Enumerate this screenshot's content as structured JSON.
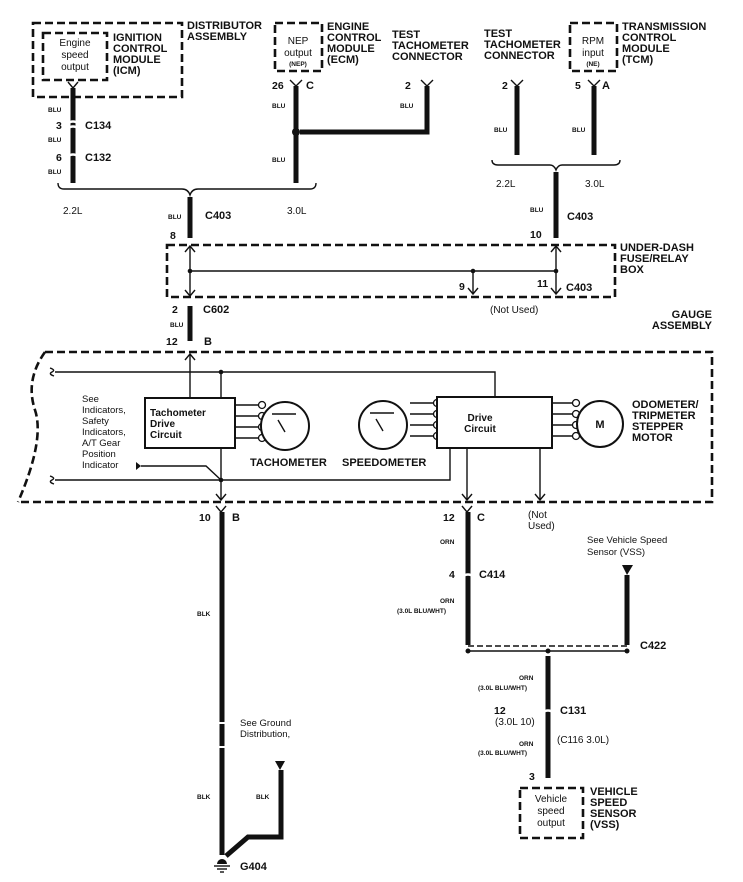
{
  "components": {
    "distributor": {
      "lines": [
        "DISTRIBUTOR",
        "ASSEMBLY"
      ]
    },
    "icm": {
      "lines": [
        "IGNITION",
        "CONTROL",
        "MODULE",
        "(ICM)"
      ]
    },
    "icm_output": {
      "lines": [
        "Engine",
        "speed",
        "output"
      ]
    },
    "ecm": {
      "lines": [
        "ENGINE",
        "CONTROL",
        "MODULE",
        "(ECM)"
      ]
    },
    "nep_output": {
      "lines": [
        "NEP",
        "output",
        "(NEP)"
      ]
    },
    "test_tach_left": {
      "lines": [
        "TEST",
        "TACHOMETER",
        "CONNECTOR"
      ]
    },
    "test_tach_right": {
      "lines": [
        "TEST",
        "TACHOMETER",
        "CONNECTOR"
      ]
    },
    "tcm": {
      "lines": [
        "TRANSMISSION",
        "CONTROL",
        "MODULE",
        "(TCM)"
      ]
    },
    "rpm_input": {
      "lines": [
        "RPM",
        "input",
        "(NE)"
      ]
    },
    "fuse_box": {
      "lines": [
        "UNDER-DASH",
        "FUSE/RELAY",
        "BOX"
      ]
    },
    "gauge_assembly": {
      "lines": [
        "GAUGE",
        "ASSEMBLY"
      ]
    },
    "tach_drive": {
      "lines": [
        "Tachometer",
        "Drive",
        "Circuit"
      ]
    },
    "drive_circuit": {
      "lines": [
        "Drive",
        "Circuit"
      ]
    },
    "tachometer": "TACHOMETER",
    "speedometer": "SPEEDOMETER",
    "motor_symbol": "M",
    "odometer": {
      "lines": [
        "ODOMETER/",
        "TRIPMETER",
        "STEPPER",
        "MOTOR"
      ]
    },
    "indicators_note": {
      "lines": [
        "See",
        "Indicators,",
        "Safety",
        "Indicators,",
        "A/T Gear",
        "Position",
        "Indicator"
      ]
    },
    "vss_note": {
      "lines": [
        "See Vehicle Speed",
        "Sensor (VSS)"
      ]
    },
    "ground_note": {
      "lines": [
        "See Ground",
        "Distribution,"
      ]
    },
    "vss": {
      "lines": [
        "VEHICLE",
        "SPEED",
        "SENSOR",
        "(VSS)"
      ]
    },
    "vss_output": {
      "lines": [
        "Vehicle",
        "speed",
        "output"
      ]
    },
    "ground": "G404"
  },
  "connectors": {
    "c134": "C134",
    "c132": "C132",
    "c403": "C403",
    "c602": "C602",
    "c414": "C414",
    "c422": "C422",
    "c131": "C131",
    "c116_note": "(C116 3.0L)"
  },
  "pins": {
    "c134": "3",
    "c132": "6",
    "ecm_pin": "26",
    "ecm_conn": "C",
    "tt_left": "2",
    "tt_right": "2",
    "tcm_pin": "5",
    "tcm_conn": "A",
    "c403_left": "8",
    "c403_right": "10",
    "fuse_9": "9",
    "fuse_11": "11",
    "c602": "2",
    "gauge_in": "12",
    "gauge_in_conn": "B",
    "gauge_gnd": "10",
    "gauge_gnd_conn": "B",
    "gauge_vss": "12",
    "gauge_vss_conn": "C",
    "c414": "4",
    "c131": "12",
    "c131_alt": "(3.0L 10)",
    "vss": "3"
  },
  "wire_colors": {
    "blu": "BLU",
    "orn": "ORN",
    "blk": "BLK",
    "alt_30": "(3.0L BLU/WHT)"
  },
  "variants": {
    "v22": "2.2L",
    "v30": "3.0L"
  },
  "not_used": "(Not Used)",
  "not_used_split": [
    "(Not",
    "Used)"
  ]
}
